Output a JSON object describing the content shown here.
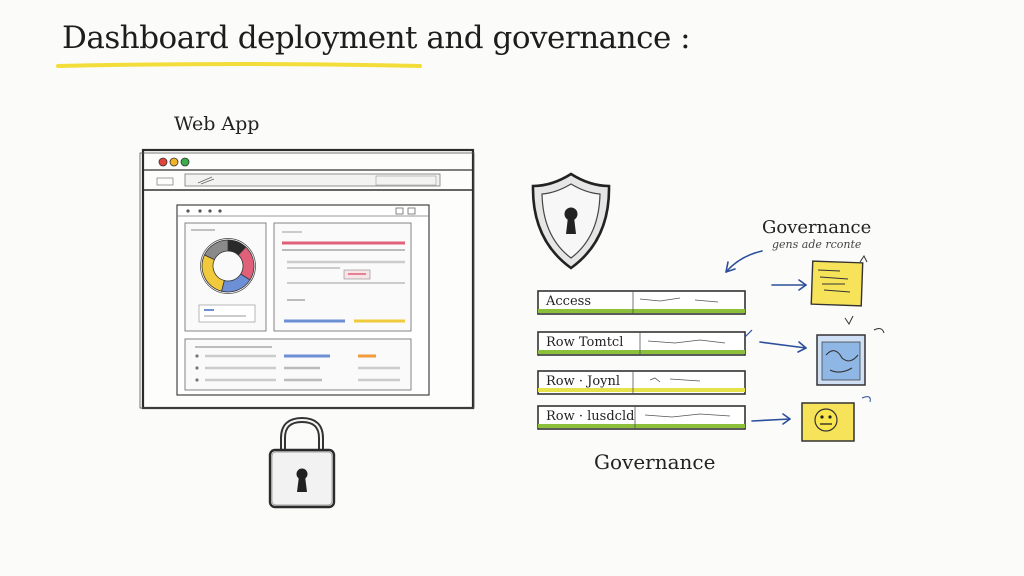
{
  "title": "Dashboard deployment and governance :",
  "web_app": {
    "label": "Web App",
    "window_buttons": [
      "#e0453c",
      "#f0b429",
      "#3cab4a"
    ],
    "donut_colors": [
      "#2a2a2a",
      "#e0607a",
      "#6d8fd6",
      "#f0c93c",
      "#8a8a8a"
    ]
  },
  "governance": {
    "top_label": "Governance",
    "top_sublabel": "gens ade rconte",
    "bottom_label": "Governance",
    "rows": [
      {
        "label": "Access"
      },
      {
        "label": "Row Tomtcl"
      },
      {
        "label": "Row · Joynl"
      },
      {
        "label": "Row · lusdcld"
      }
    ]
  },
  "colors": {
    "ink": "#2b2b2b",
    "highlight": "#f2dd3b",
    "accent_green": "#8cbf3a",
    "arrow_blue": "#2c4f9b",
    "note_yellow": "#f6e35a",
    "note_blue": "#8fb7e6"
  },
  "icons": [
    "shield-lock-icon",
    "padlock-icon",
    "arrow-icon",
    "sticky-note-icon",
    "smiley-icon"
  ]
}
